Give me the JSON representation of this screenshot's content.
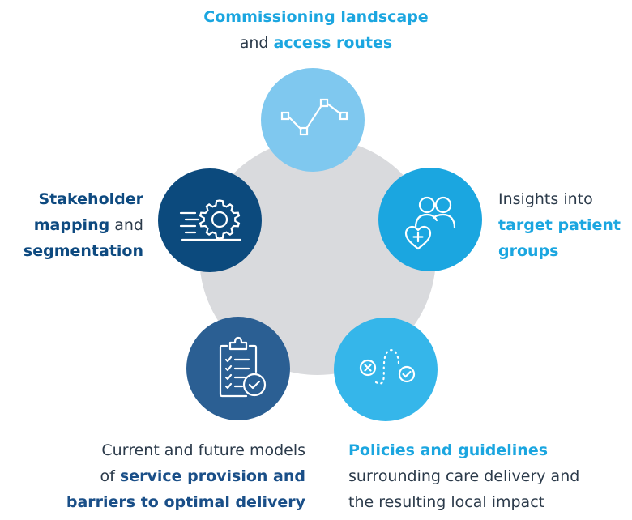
{
  "colors": {
    "center_disc": "#d9dadd",
    "node_top": "#7fc8ef",
    "node_right": "#1ba6e0",
    "node_bottom_right": "#35b6ea",
    "node_bottom_left": "#2b5f93",
    "node_left": "#0c4a7d",
    "accent_light": "#1ba6e0",
    "accent_dark": "#0e4a80"
  },
  "nodes": {
    "top": {
      "icon": "route-line-icon",
      "label": {
        "l1_bold": "Commissioning landscape",
        "l2_plain": "and ",
        "l2_bold": "access routes"
      }
    },
    "right": {
      "icon": "patients-heart-icon",
      "label": {
        "l1_plain": "Insights into",
        "l2_bold": "target patient",
        "l3_bold": "groups"
      }
    },
    "bottom_right": {
      "icon": "pathway-icon",
      "label": {
        "l1_bold": "Policies and guidelines",
        "l2_plain": "surrounding care delivery and",
        "l3_plain": "the resulting local impact"
      }
    },
    "bottom_left": {
      "icon": "clipboard-check-icon",
      "label": {
        "l1_plain": "Current and future models",
        "l2_plain": "of ",
        "l2_bold": "service provision and",
        "l3_bold": "barriers to optimal delivery"
      }
    },
    "left": {
      "icon": "gear-list-icon",
      "label": {
        "l1_bold": "Stakeholder",
        "l2_bold": "mapping",
        "l2_plain": " and",
        "l3_bold": "segmentation"
      }
    }
  }
}
